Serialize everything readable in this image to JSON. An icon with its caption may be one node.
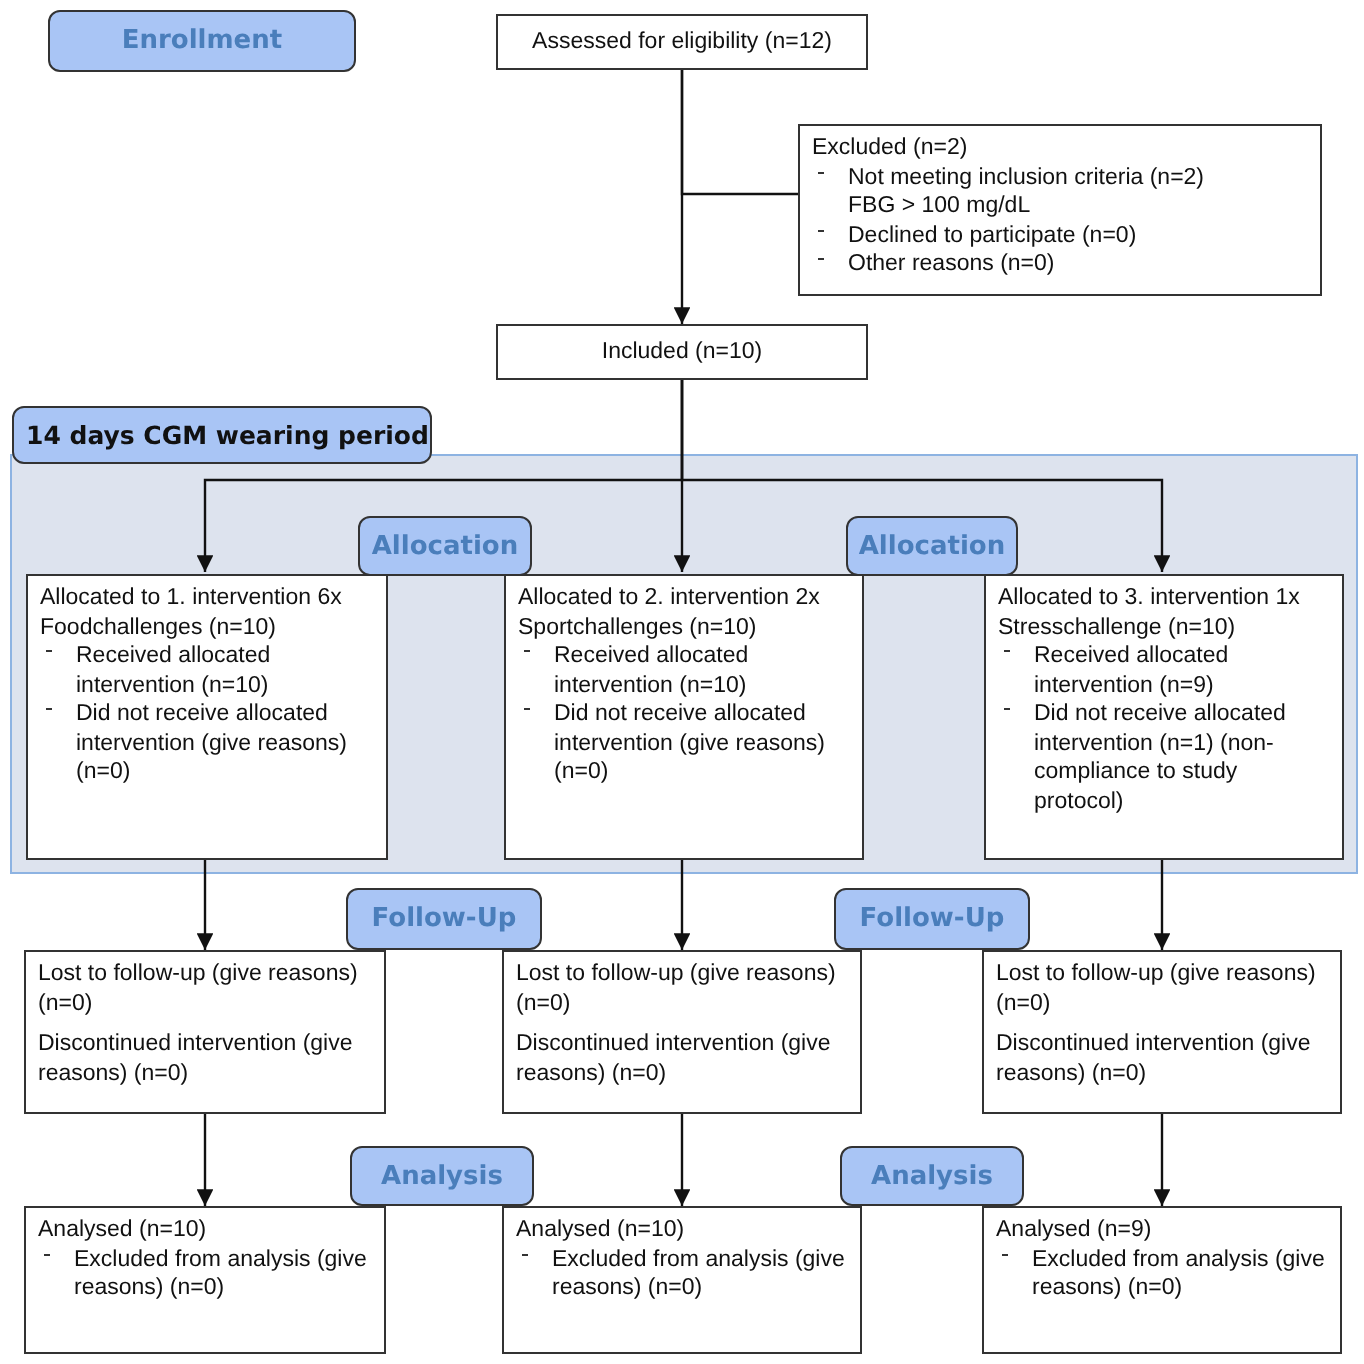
{
  "diagram": {
    "nodes": [
      {
        "text": [
          "Enrollment"
        ]
      },
      {
        "text": [
          "Assessed for eligibility (n=12)"
        ]
      },
      {
        "text": [
          "Excluded (n=2)",
          "Not meeting inclusion criteria (n=2)",
          "FBG > 100 mg/dL",
          "Declined to participate (n=0)",
          "Other reasons (n=0)"
        ]
      },
      {
        "text": [
          "Included (n=10)"
        ]
      },
      {
        "text": [
          "14 days CGM wearing period"
        ]
      },
      {
        "text": [
          "Allocation"
        ],
        "in": 4
      },
      {
        "text": [
          "Allocation"
        ],
        "in": 4
      },
      {
        "text": [
          "Allocated to 1. intervention 6x Foodchallenges (n=10)",
          "Received allocated intervention (n=10)",
          "Did not receive allocated intervention (give reasons) (n=0)"
        ],
        "in": 4
      },
      {
        "text": [
          "Allocated to 2. intervention 2x Sportchallenges (n=10)",
          "Received allocated intervention (n=10)",
          "Did not receive allocated intervention (give reasons) (n=0)"
        ],
        "in": 4
      },
      {
        "text": [
          "Allocated to 3. intervention 1x Stresschallenge (n=10)",
          "Received allocated intervention (n=9)",
          "Did not receive allocated intervention (n=1) (non-compliance to study protocol)"
        ],
        "in": 4
      },
      {
        "text": [
          "Follow-Up"
        ]
      },
      {
        "text": [
          "Follow-Up"
        ]
      },
      {
        "text": [
          "Lost to follow-up (give reasons) (n=0)",
          "Discontinued intervention (give reasons) (n=0)"
        ]
      },
      {
        "text": [
          "Lost to follow-up (give reasons) (n=0)",
          "Discontinued intervention (give reasons) (n=0)"
        ]
      },
      {
        "text": [
          "Lost to follow-up (give reasons) (n=0)",
          "Discontinued intervention (give reasons) (n=0)"
        ]
      },
      {
        "text": [
          "Analysis"
        ]
      },
      {
        "text": [
          "Analysis"
        ]
      },
      {
        "text": [
          "Analysed (n=10)",
          "Excluded from analysis (give reasons) (n=0)"
        ]
      },
      {
        "text": [
          "Analysed (n=10)",
          "Excluded from analysis (give reasons) (n=0)"
        ]
      },
      {
        "text": [
          "Analysed (n=9)",
          "Excluded from analysis (give reasons) (n=0)"
        ]
      }
    ],
    "edges": [
      {
        "from": 1,
        "to": 3,
        "arrow": "to"
      },
      {
        "from": 1,
        "to": 2,
        "arrow": "none"
      },
      {
        "from": 3,
        "to": 7,
        "arrow": "to"
      },
      {
        "from": 3,
        "to": 8,
        "arrow": "to"
      },
      {
        "from": 3,
        "to": 9,
        "arrow": "to"
      },
      {
        "from": 7,
        "to": 12,
        "arrow": "to"
      },
      {
        "from": 8,
        "to": 13,
        "arrow": "to"
      },
      {
        "from": 9,
        "to": 14,
        "arrow": "to"
      },
      {
        "from": 12,
        "to": 17,
        "arrow": "to"
      },
      {
        "from": 13,
        "to": 18,
        "arrow": "to"
      },
      {
        "from": 14,
        "to": 19,
        "arrow": "to"
      }
    ]
  }
}
